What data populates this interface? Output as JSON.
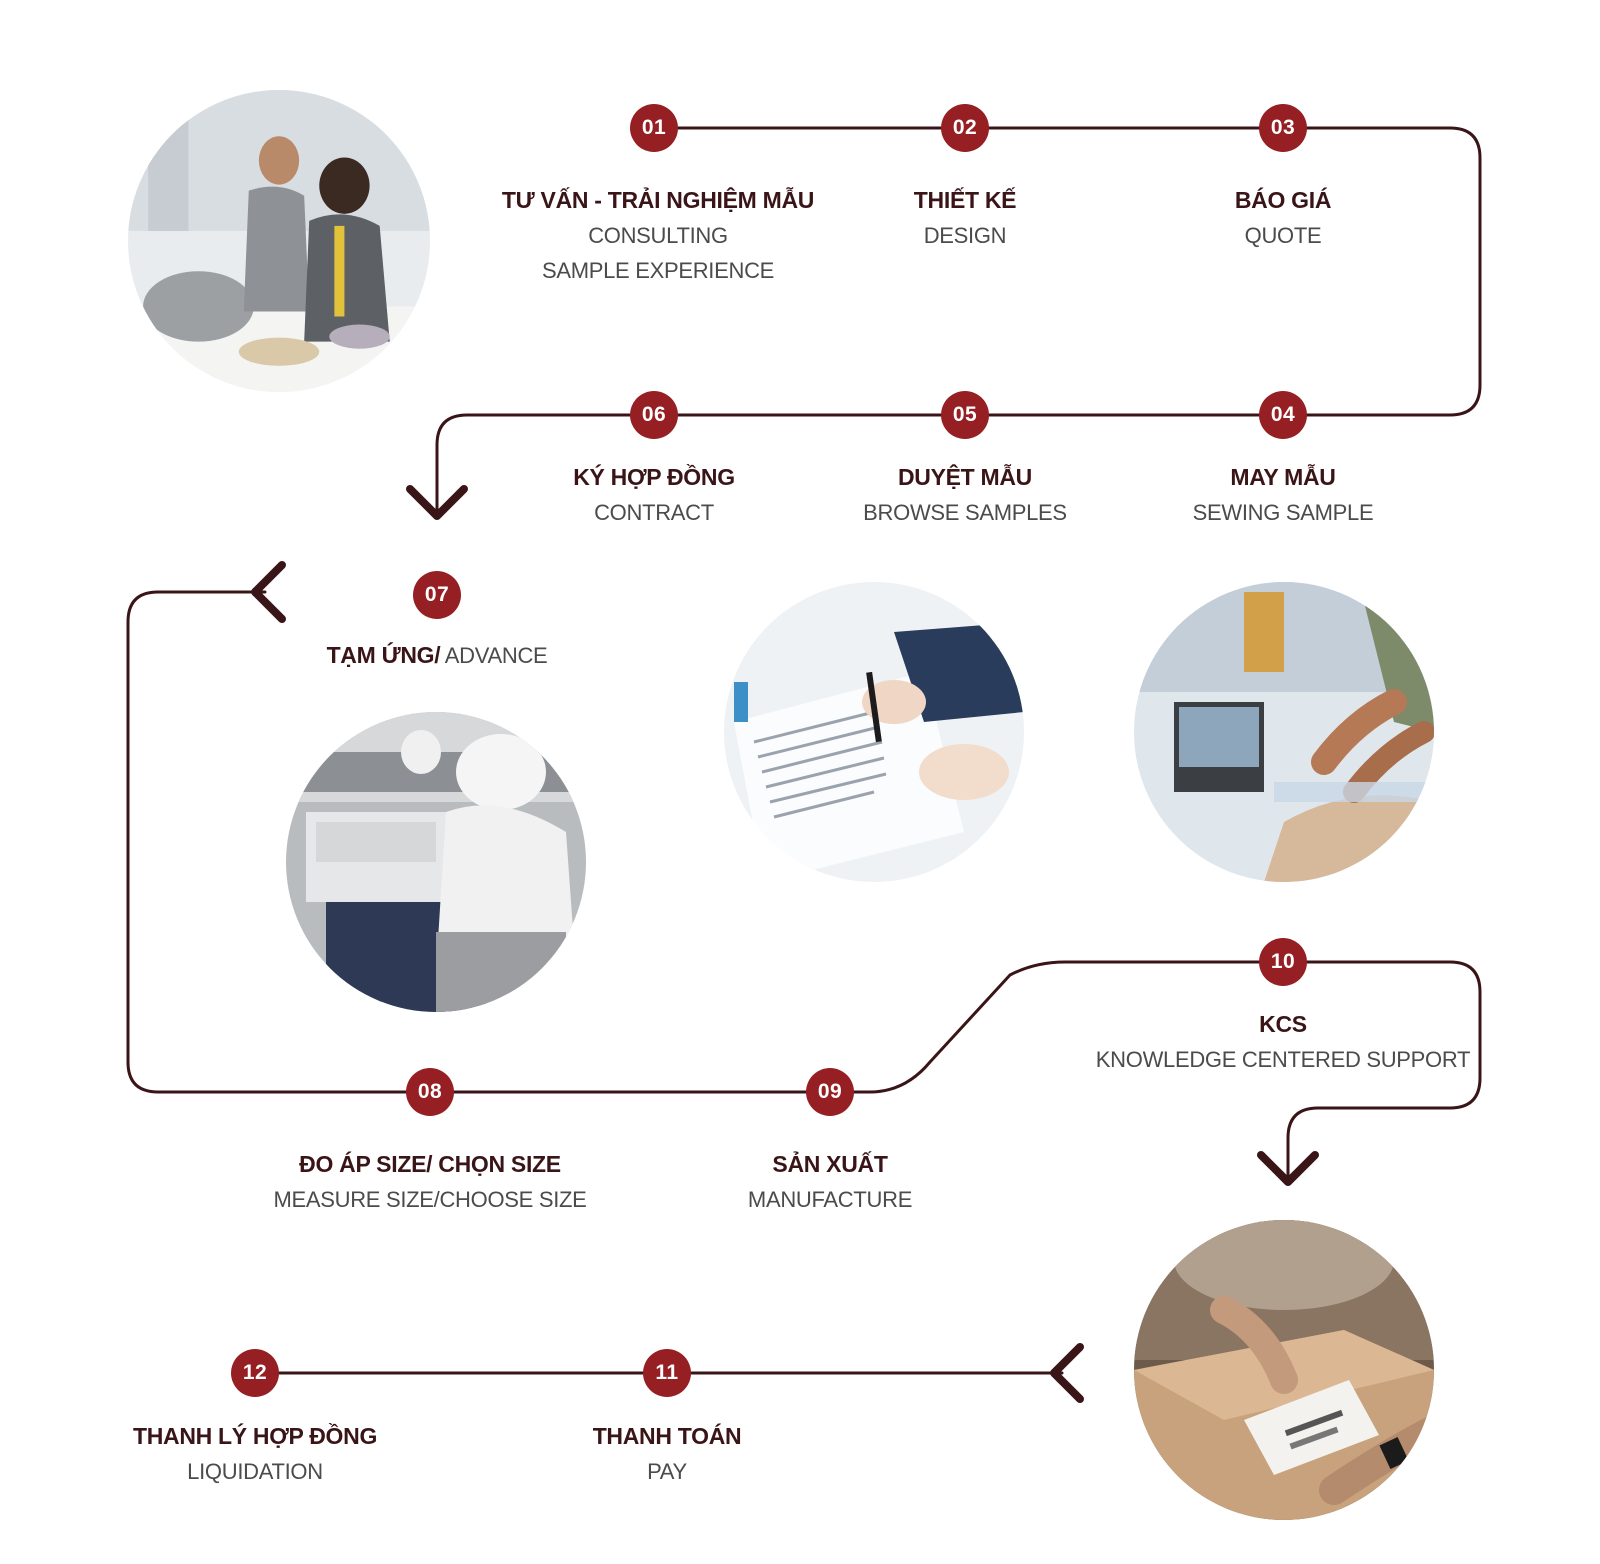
{
  "colors": {
    "accent": "#951f23",
    "line": "#3a1518",
    "heading_text": "#3a1518",
    "sub_text": "#4b4b4b"
  },
  "steps": [
    {
      "number": "01",
      "vi": "TƯ VẤN - TRẢI NGHIỆM MẪU",
      "en": "CONSULTING",
      "en2": "SAMPLE EXPERIENCE"
    },
    {
      "number": "02",
      "vi": "THIẾT KẾ",
      "en": "DESIGN"
    },
    {
      "number": "03",
      "vi": "BÁO GIÁ",
      "en": "QUOTE"
    },
    {
      "number": "04",
      "vi": "MAY MẪU",
      "en": "SEWING SAMPLE"
    },
    {
      "number": "05",
      "vi": "DUYỆT MẪU",
      "en": "BROWSE SAMPLES"
    },
    {
      "number": "06",
      "vi": "KÝ HỢP ĐỒNG",
      "en": "CONTRACT"
    },
    {
      "number": "07",
      "vi": "TẠM ỨNG/",
      "en": "ADVANCE"
    },
    {
      "number": "08",
      "vi": "ĐO ÁP SIZE/ CHỌN SIZE",
      "en": "MEASURE SIZE/CHOOSE SIZE"
    },
    {
      "number": "09",
      "vi": "SẢN XUẤT",
      "en": "MANUFACTURE"
    },
    {
      "number": "10",
      "vi": "KCS",
      "en": "KNOWLEDGE CENTERED SUPPORT"
    },
    {
      "number": "11",
      "vi": "THANH TOÁN",
      "en": "PAY"
    },
    {
      "number": "12",
      "vi": "THANH LÝ HỢP ĐỒNG",
      "en": "LIQUIDATION"
    }
  ],
  "photos": [
    {
      "name": "consulting-photo",
      "subject": "designers examining fabric"
    },
    {
      "name": "contract-photo",
      "subject": "hand signing a document"
    },
    {
      "name": "sewing-sample-photo",
      "subject": "hands cutting a pattern on fabric"
    },
    {
      "name": "advance-photo",
      "subject": "worker at an industrial sewing machine"
    },
    {
      "name": "delivery-photo",
      "subject": "hands holding a shipping box with label"
    }
  ]
}
